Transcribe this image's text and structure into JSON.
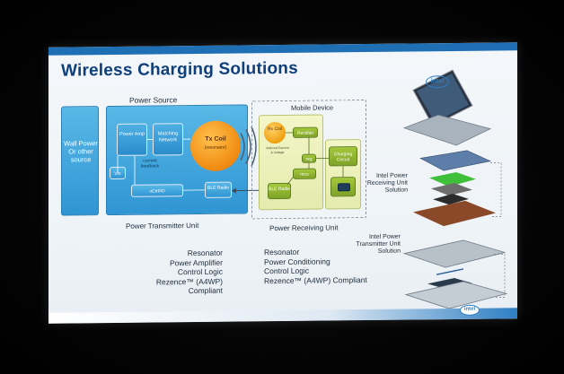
{
  "slide": {
    "title": "Wireless Charging Solutions",
    "power_source_label": "Power Source",
    "mobile_device_label": "Mobile Device",
    "wall_power": "Wall Power Or other source",
    "tx": {
      "power_amp": "Power Amp",
      "matching_network": "Matching Network",
      "tx_coil": "Tx Coil",
      "tx_coil_sub": "(resonator)",
      "vin": "Vin",
      "mcu": "uCtrl/IO",
      "ble_radio": "BLE Radio",
      "feedback": "current feedback",
      "unit_label": "Power Transmitter Unit"
    },
    "rx": {
      "rx_coil": "Rx Coil",
      "rectifier": "Rectifier",
      "reg": "reg",
      "mcu": "mcu",
      "ble_radio": "BLE Radio",
      "charging_circuit": "Charging Circuit",
      "unit_label": "Power Receiving Unit",
      "induced_note": "Induced Current & Voltage"
    },
    "specs_left": [
      "Resonator",
      "Power Amplifier",
      "Control Logic",
      "Rezence™ (A4WP) Compliant"
    ],
    "specs_right": [
      "Resonator",
      "Power Conditioning",
      "Control Logic",
      "Rezence™ (A4WP) Compliant"
    ],
    "receiving_solution": "Intel Power Receiving Unit Solution",
    "transmitter_solution": "Intel Power Transmitter Unit Solution",
    "logo_text": "intel"
  },
  "colors": {
    "title": "#0e3f7a",
    "tx_blue": "#3aa3dc",
    "rx_green": "#8cb02f",
    "tx_coil_orange": "#f08a10",
    "accent_bar": "#1f6fb5"
  }
}
